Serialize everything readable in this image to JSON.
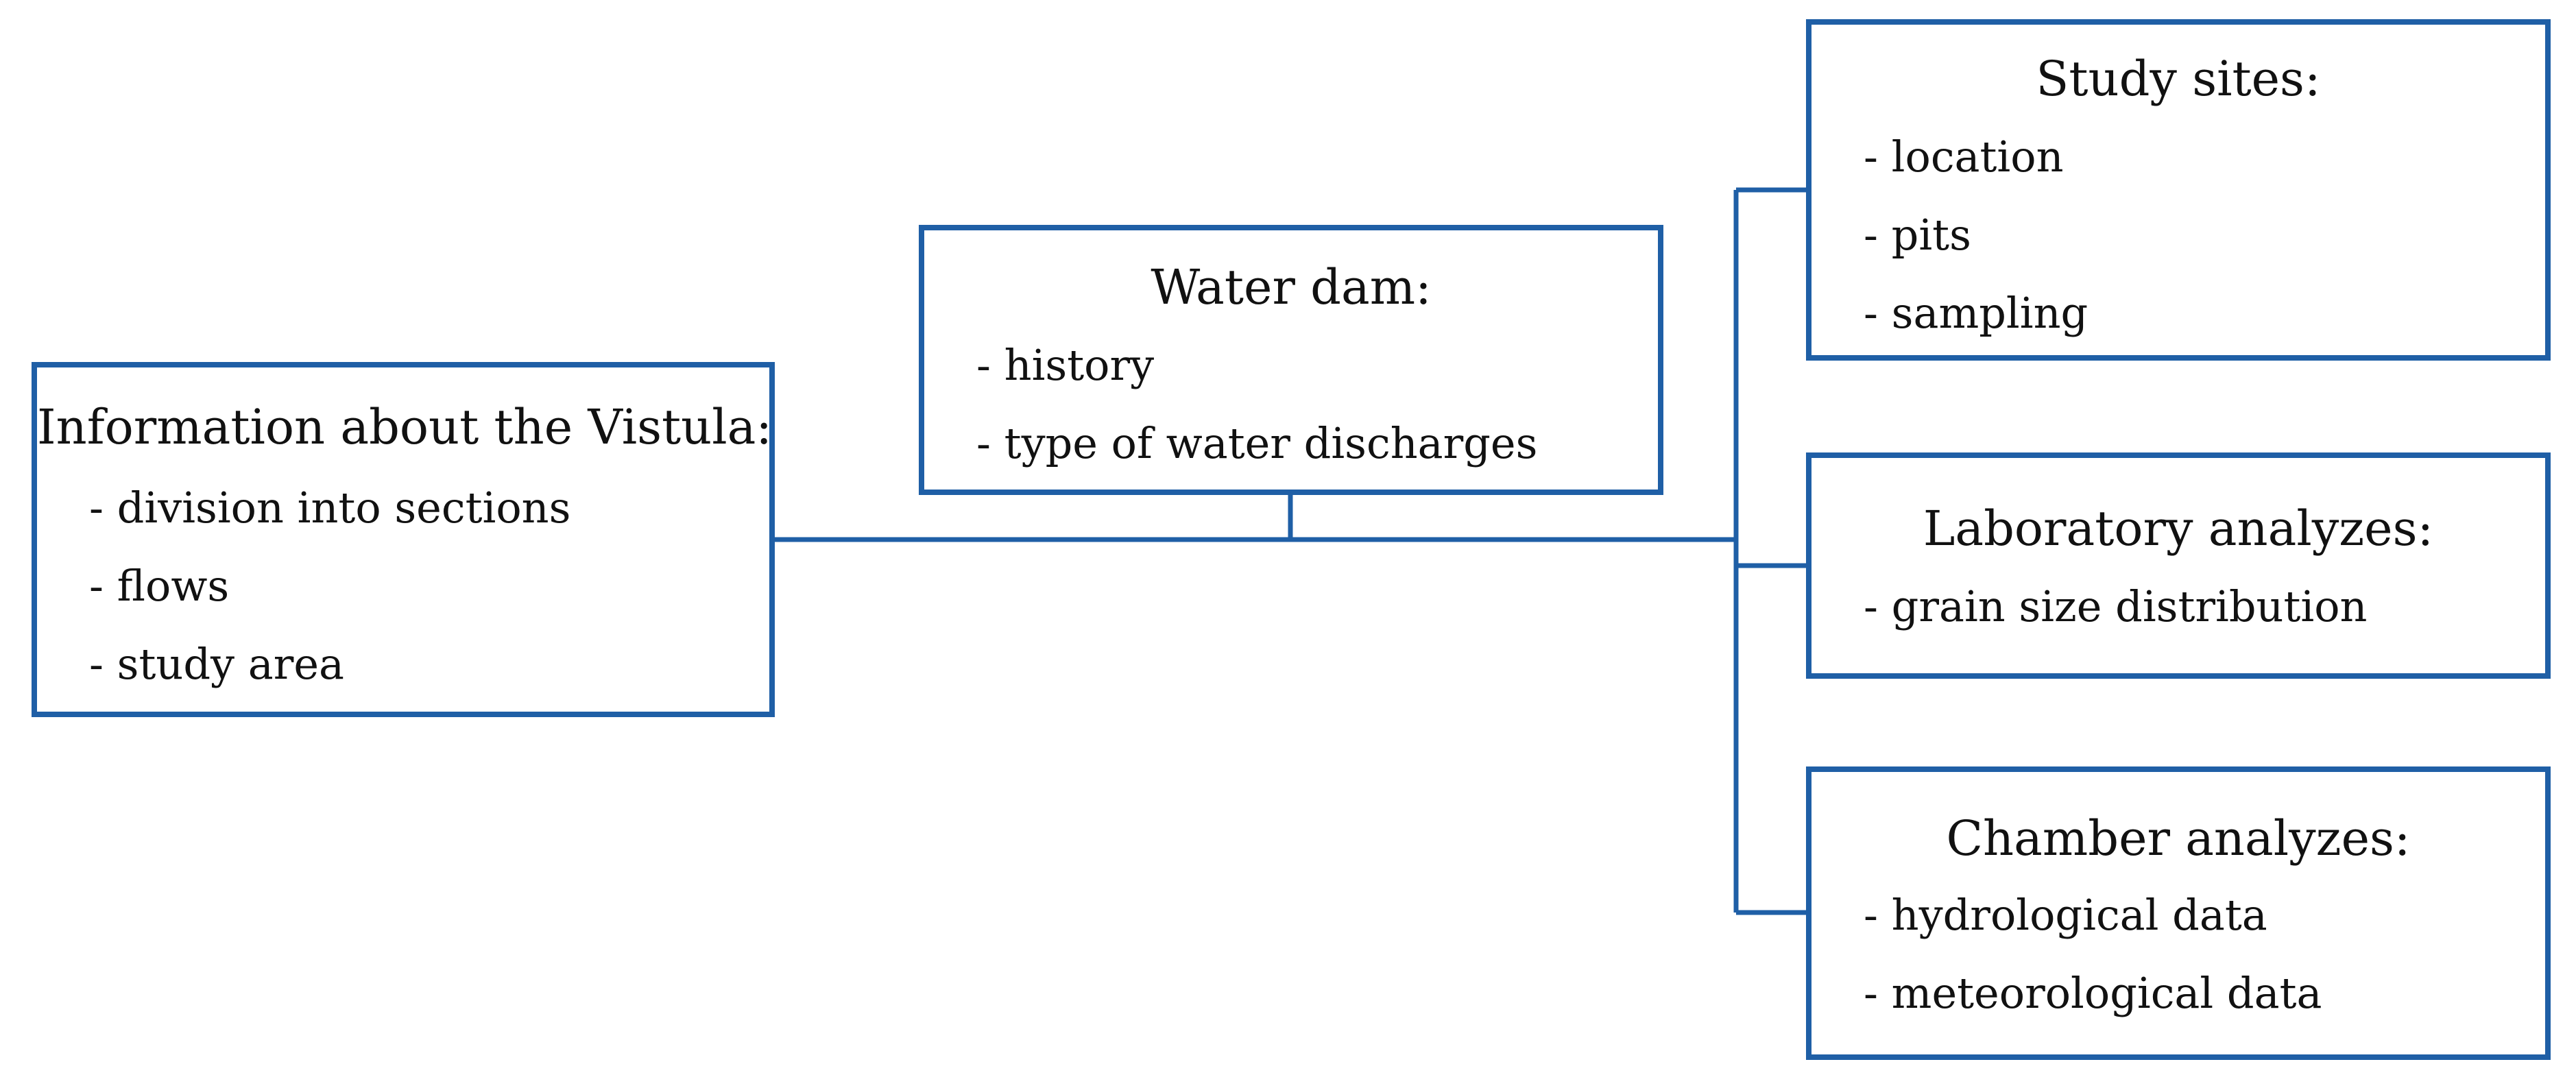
{
  "colors": {
    "box_border": "#1f5fa6",
    "connector": "#1f5fa6",
    "text": "#111111",
    "background": "#ffffff"
  },
  "nodes": {
    "vistula": {
      "title": "Information about the Vistula:",
      "items": [
        "- division into sections",
        "- flows",
        "- study area"
      ]
    },
    "dam": {
      "title": "Water dam:",
      "items": [
        "- history",
        "- type of water discharges"
      ]
    },
    "sites": {
      "title": "Study sites:",
      "items": [
        "- location",
        "- pits",
        "- sampling"
      ]
    },
    "lab": {
      "title": "Laboratory analyzes:",
      "items": [
        "- grain size distribution"
      ]
    },
    "chamber": {
      "title": "Chamber analyzes:",
      "items": [
        "- hydrological data",
        "- meteorological data"
      ]
    }
  },
  "edges": [
    {
      "from": "vistula",
      "to": "dam"
    },
    {
      "from": "vistula",
      "to": "sites"
    },
    {
      "from": "vistula",
      "to": "lab"
    },
    {
      "from": "vistula",
      "to": "chamber"
    }
  ]
}
